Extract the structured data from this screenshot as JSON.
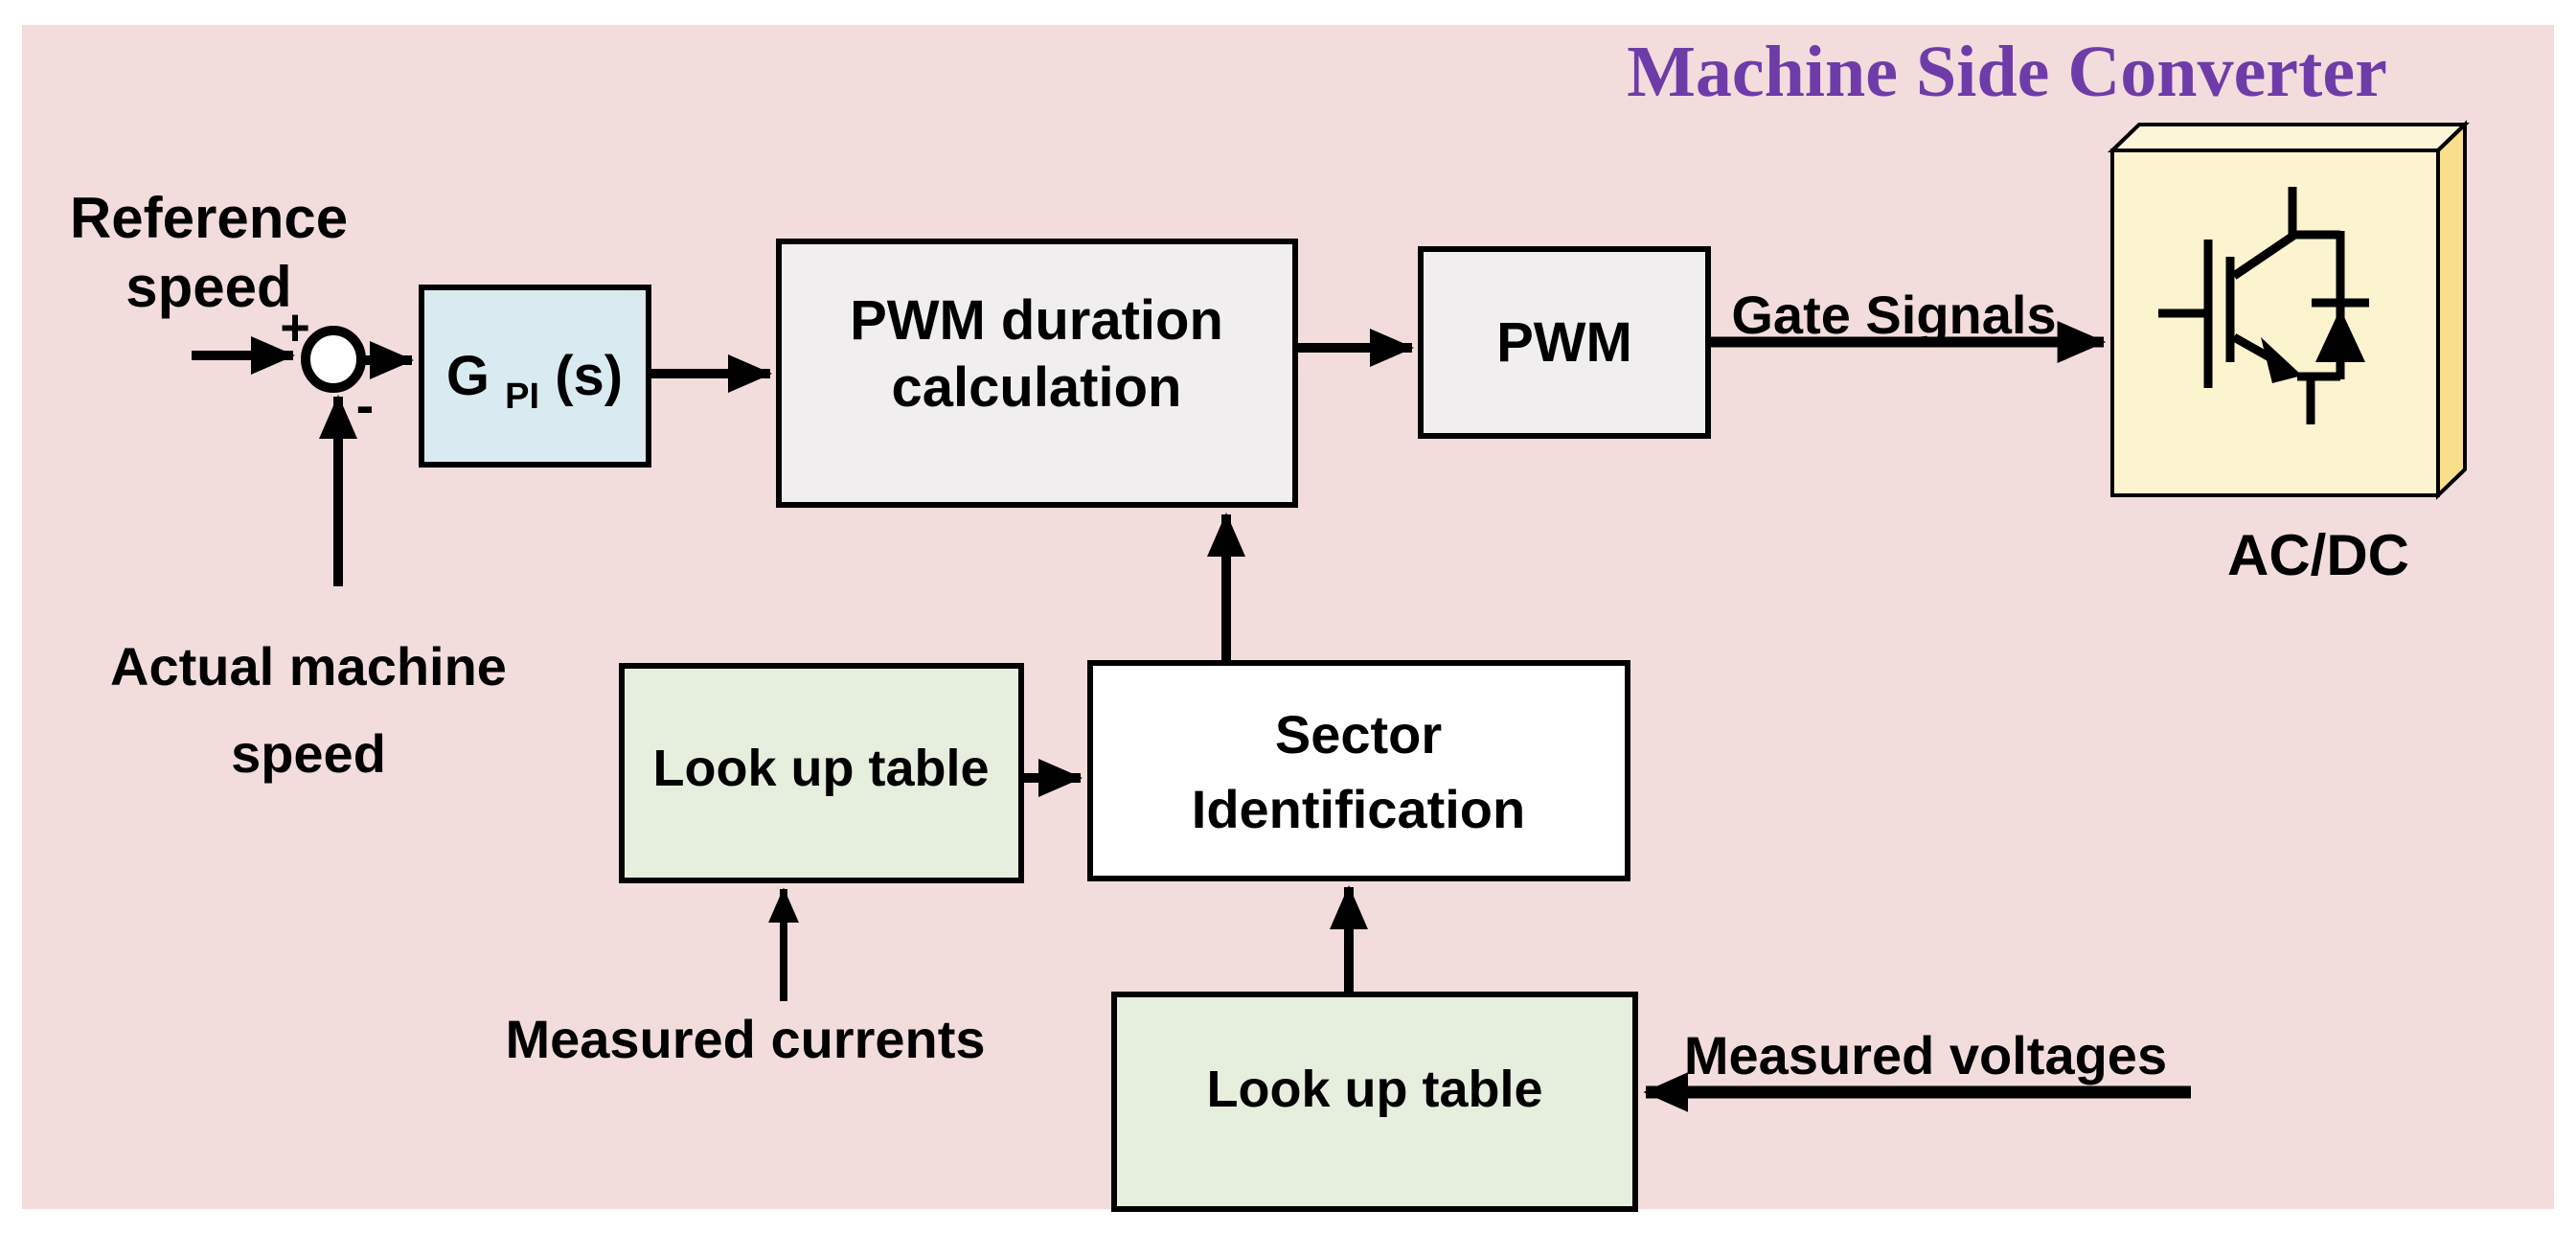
{
  "title": "Machine Side Converter",
  "colors": {
    "background": "#F2DCDC",
    "title": "#6E3CA8",
    "pi_block": "#DAEAF1",
    "gray_block": "#F0EEEF",
    "green_block": "#E6EEDD",
    "white_block": "#FFFFFF",
    "converter_front": "#FCF3CF",
    "converter_side": "#F9DE8C",
    "converter_top": "#FCF5D8",
    "line": "#000000"
  },
  "labels": {
    "reference_speed_line1": "Reference",
    "reference_speed_line2": "speed",
    "actual_speed_line1": "Actual machine",
    "actual_speed_line2": "speed",
    "plus_sign": "+",
    "minus_sign": "-",
    "gate_signals": "Gate Signals",
    "measured_currents": "Measured currents",
    "measured_voltages": "Measured voltages",
    "converter_label": "AC/DC"
  },
  "blocks": {
    "pi_controller": {
      "main": "G",
      "sub": "PI",
      "arg": " (s)"
    },
    "pwm_duration_line1": "PWM duration",
    "pwm_duration_line2": "calculation",
    "pwm": "PWM",
    "lookup_table_currents": "Look up table",
    "sector_identification_line1": "Sector",
    "sector_identification_line2": "Identification",
    "lookup_table_voltages": "Look up table"
  }
}
